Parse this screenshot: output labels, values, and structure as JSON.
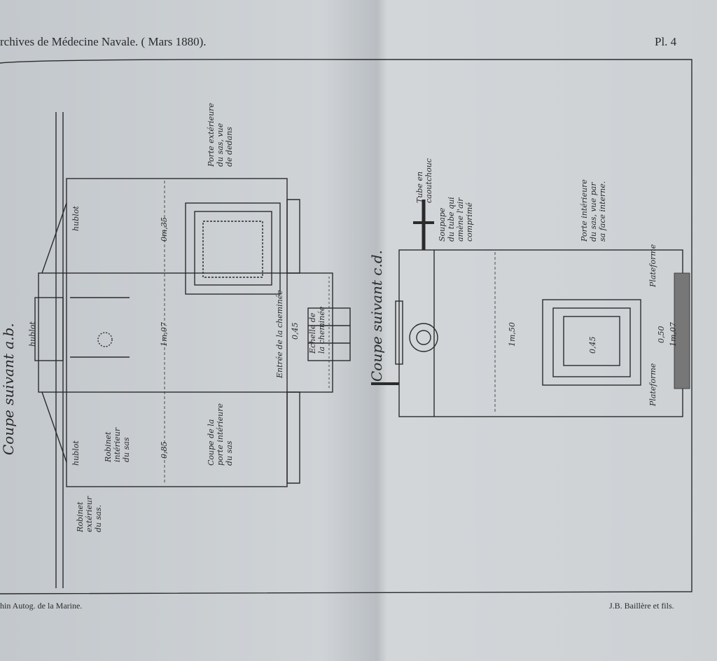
{
  "header": {
    "journal": "rchives de Médecine Navale. ( Mars 1880).",
    "plate": "Pl. 4"
  },
  "footer": {
    "lithographer": "hin Autog. de la Marine.",
    "publisher": "J.B. Baillère et fils."
  },
  "left_section": {
    "title": "Coupe suivant a.b.",
    "porte_exterieure": [
      "Porte extérieure",
      "du sas, vue",
      "de dedans"
    ],
    "dim_top": "0m,35",
    "dim_mid": "1m,07",
    "dim_bottom": "0,85",
    "entree": "Entrée de la cheminée",
    "dim_entree": "0,45",
    "echelle": [
      "Echelle de",
      "la cheminée"
    ],
    "coupe_porte": [
      "Coupe de la",
      "porte intérieure",
      "du sas"
    ],
    "robinet_interieur": [
      "Robinet",
      "intérieur",
      "du sas"
    ],
    "robinet_exterieur": [
      "Robinet",
      "extérieur",
      "du sas."
    ],
    "hublot_top": "hublot",
    "hublot_mid": "hublot",
    "hublot_bottom": "hublot"
  },
  "right_section": {
    "title": "Coupe suivant c.d.",
    "tube": [
      "Tube en",
      "caoutchouc"
    ],
    "soupape": [
      "Soupape",
      "du tube qui",
      "amène l'air",
      "comprimé"
    ],
    "porte_interieure": [
      "Porte intérieure",
      "du sas, vue par",
      "sa face interne."
    ],
    "dim_height": "1m,50",
    "dim_door": "0,45",
    "plateforme_top": "Plateforme",
    "plateforme_bottom": "Plateforme",
    "dim_plat": "0,50",
    "dim_plat2": "1m,07"
  }
}
